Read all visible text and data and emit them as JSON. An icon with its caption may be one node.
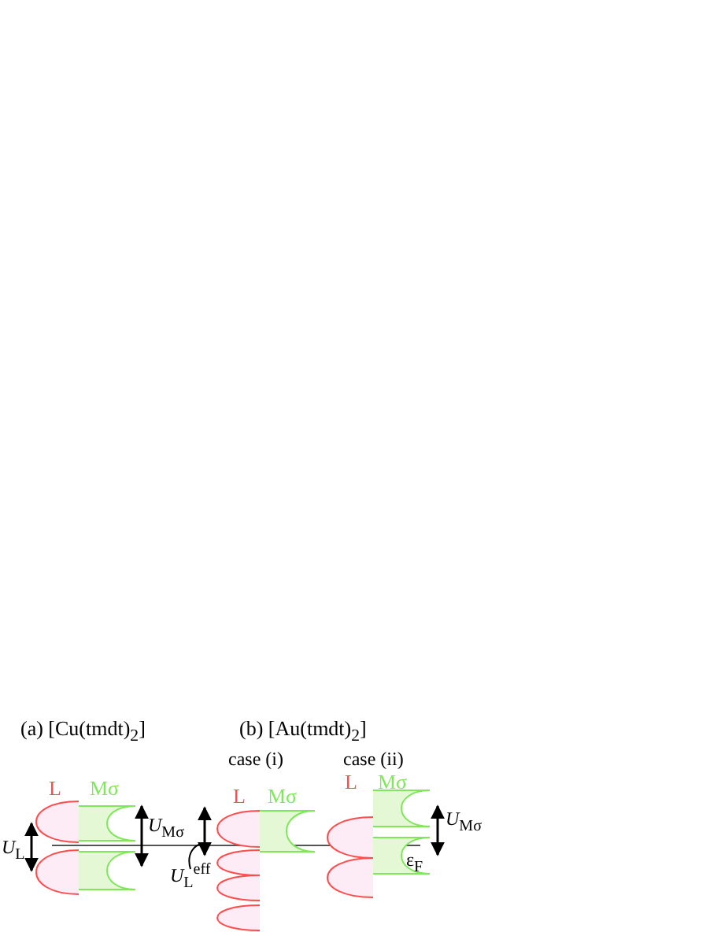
{
  "diagram": {
    "nodes": [
      {
        "text": [
          "*U*$_{L}$$^{eff}$"
        ]
      },
      {
        "text": [],
        "shape": "arrow"
      }
    ],
    "edges": [
      {
        "from": 0,
        "to": 1,
        "arrow": "none"
      }
    ],
    "labels": [
      "(a) [Cu(tmdt)$_{2}$]",
      "(b) [Au(tmdt)$_{2}$]",
      "case (i)",
      "case (ii)",
      "L",
      "Mσ",
      "L",
      "Mσ",
      "L",
      "Mσ",
      "*U*$_{L}$",
      "*U*$_{Mσ}$",
      "*U*$_{Mσ}$",
      "ε$_{F}$"
    ]
  }
}
